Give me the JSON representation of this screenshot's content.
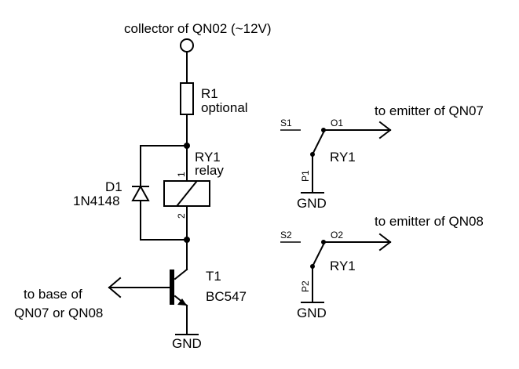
{
  "supply_label": "collector of QN02 (~12V)",
  "resistor": {
    "ref": "R1",
    "note": "optional"
  },
  "relay": {
    "ref": "RY1",
    "type": "relay",
    "pin_1": "1",
    "pin_2": "2"
  },
  "diode": {
    "ref": "D1",
    "part": "1N4148"
  },
  "transistor": {
    "ref": "T1",
    "part": "BC547"
  },
  "base_label": {
    "line1": "to base of",
    "line2": "QN07 or QN08"
  },
  "gnd": "GND",
  "switch_1": {
    "common": "S1",
    "output": "O1",
    "pole": "P1",
    "ref": "RY1",
    "target": "to emitter of QN07",
    "gnd": "GND"
  },
  "switch_2": {
    "common": "S2",
    "output": "O2",
    "pole": "P2",
    "ref": "RY1",
    "target": "to emitter of QN08",
    "gnd": "GND"
  }
}
